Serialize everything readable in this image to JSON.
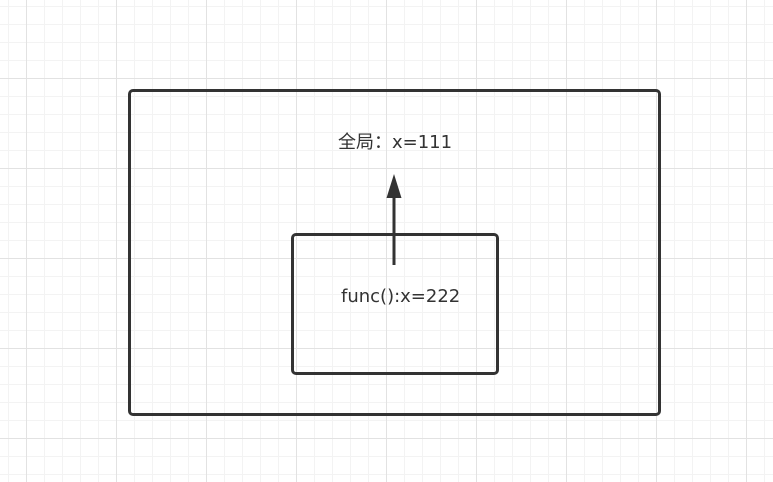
{
  "diagram": {
    "outer_box": {
      "label": "全局：x=111"
    },
    "inner_box": {
      "label": "func():x=222"
    },
    "arrow": {
      "from": "inner_box",
      "to": "outer_box"
    },
    "colors": {
      "stroke": "#333333",
      "background": "#ffffff",
      "grid": "#e2e2e2"
    }
  }
}
